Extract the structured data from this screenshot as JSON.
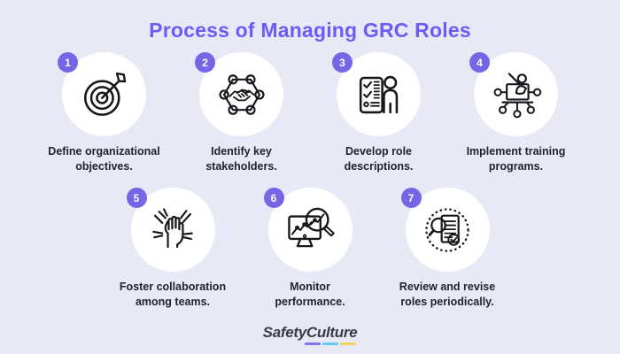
{
  "title": "Process of Managing GRC Roles",
  "colors": {
    "background": "#E8E9F6",
    "title_text": "#6C5BF4",
    "badge_background": "#7466E4",
    "badge_text": "#FFFFFF",
    "step_circle": "#FFFFFF",
    "icon_stroke": "#17171C",
    "label_text": "#20232B",
    "logo_text": "#3B3B45",
    "logo_underline_purple": "#8473F2",
    "logo_underline_blue": "#66CBF2",
    "logo_underline_yellow": "#F0D35E"
  },
  "steps": [
    {
      "number": "1",
      "icon": "target-icon",
      "label": "Define organizational objectives.",
      "lines": [
        "Define organizational",
        "objectives."
      ]
    },
    {
      "number": "2",
      "icon": "stakeholders-network-icon",
      "label": "Identify key stakeholders.",
      "lines": [
        "Identify key",
        "stakeholders."
      ]
    },
    {
      "number": "3",
      "icon": "role-checklist-icon",
      "label": "Develop role descriptions.",
      "lines": [
        "Develop role",
        "descriptions."
      ]
    },
    {
      "number": "4",
      "icon": "training-presentation-icon",
      "label": "Implement training programs.",
      "lines": [
        "Implement training",
        "programs."
      ]
    },
    {
      "number": "5",
      "icon": "team-hands-icon",
      "label": "Foster collaboration among teams.",
      "lines": [
        "Foster collaboration",
        "among teams."
      ]
    },
    {
      "number": "6",
      "icon": "performance-magnifier-icon",
      "label": "Monitor performance.",
      "lines": [
        "Monitor",
        "performance."
      ]
    },
    {
      "number": "7",
      "icon": "review-document-icon",
      "label": "Review and revise roles periodically.",
      "lines": [
        "Review and revise",
        "roles periodically."
      ]
    }
  ],
  "footer": {
    "brand": "SafetyCulture"
  }
}
